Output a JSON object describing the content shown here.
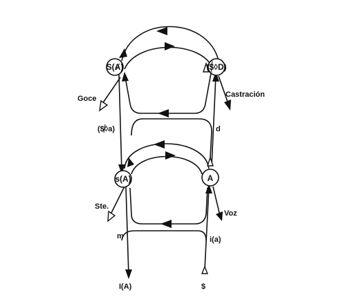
{
  "nodes": {
    "S_barred_A": "S(Ⱥ)",
    "barred_S_lozenge_D": "($◊D)",
    "s_A": "s(A)",
    "A": "A"
  },
  "labels": {
    "goce": "Goce",
    "castracion": "Castración",
    "barred_S_lozenge_a": "($◊a)",
    "d": "d",
    "ste": "Ste.",
    "voz": "Voz",
    "m": "m",
    "i_a": "i(a)",
    "I_A": "I(A)",
    "barred_S": "$"
  },
  "colors": {
    "ink": "#111111",
    "background": "#ffffff"
  }
}
